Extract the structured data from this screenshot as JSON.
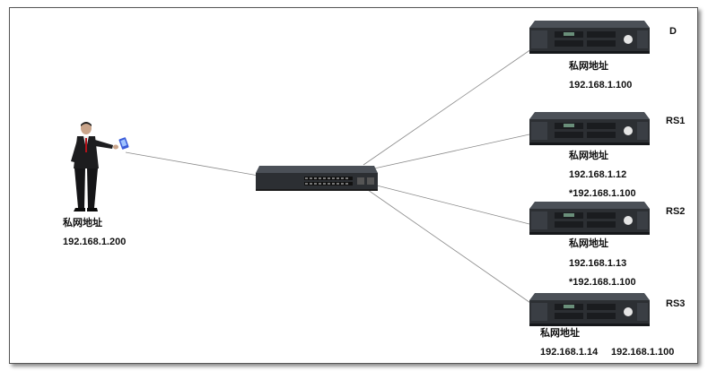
{
  "client": {
    "label": "私网地址",
    "ip": "192.168.1.200"
  },
  "servers": [
    {
      "name": "D",
      "label": "私网地址",
      "ip": "192.168.1.100",
      "vip": ""
    },
    {
      "name": "RS1",
      "label": "私网地址",
      "ip": "192.168.1.12",
      "vip": "*192.168.1.100"
    },
    {
      "name": "RS2",
      "label": "私网地址",
      "ip": "192.168.1.13",
      "vip": "*192.168.1.100"
    },
    {
      "name": "RS3",
      "label": "私网地址",
      "ip": "192.168.1.14",
      "vip": "192.168.1.100"
    }
  ],
  "colors": {
    "link": "#8a8a8a",
    "device": "#2c2f33",
    "device_light": "#4b5057"
  },
  "icons": {
    "client": "person-with-phone-icon",
    "switch": "network-switch-icon",
    "server": "rack-server-icon"
  }
}
